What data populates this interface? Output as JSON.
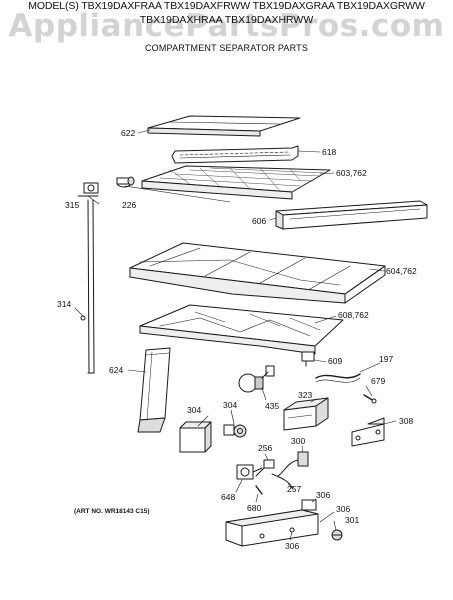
{
  "header": {
    "models_line1": "MODEL(S) TBX19DAXFRAA  TBX19DAXFRWW  TBX19DAXGRAA  TBX19DAXGRWW",
    "models_line2": "TBX19DAXHRAA  TBX19DAXHRWW",
    "title": "COMPARTMENT SEPARATOR PARTS"
  },
  "watermark": "AppliancePartsPros.com",
  "art_number": "(ART NO. WR18143 C15)",
  "callouts": {
    "c622": "622",
    "c618": "618",
    "c603": "603,762",
    "c315": "315",
    "c226": "226",
    "c606": "606",
    "c604": "604,762",
    "c314": "314",
    "c608": "608,762",
    "c624": "624",
    "c609": "609",
    "c197": "197",
    "c679": "679",
    "c435": "435",
    "c323": "323",
    "c304a": "304",
    "c304b": "304",
    "c308": "308",
    "c256": "256",
    "c300": "300",
    "c257": "257",
    "c648": "648",
    "c680": "680",
    "c306a": "306",
    "c306b": "306",
    "c301": "301",
    "c306c": "306"
  }
}
